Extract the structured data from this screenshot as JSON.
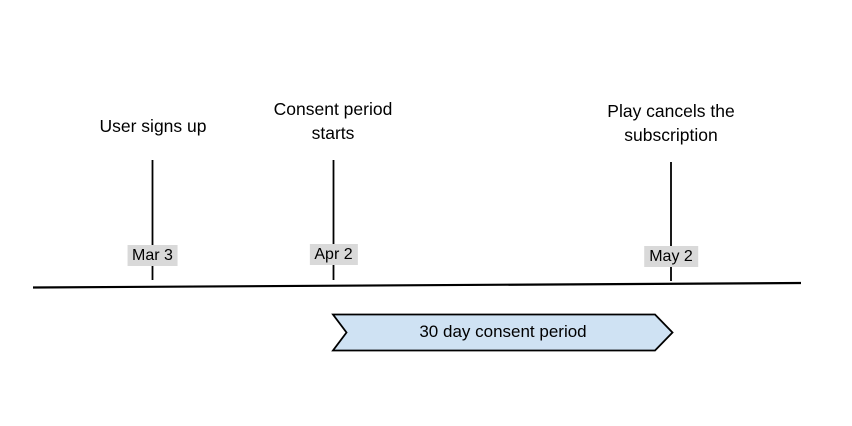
{
  "colors": {
    "background": "#ffffff",
    "line": "#000000",
    "text": "#000000",
    "date_label_bg": "#d9d9d9",
    "banner_fill": "#cfe2f3",
    "banner_stroke": "#000000"
  },
  "events": [
    {
      "label": "User signs up",
      "date": "Mar 3"
    },
    {
      "label": "Consent period starts",
      "date": "Apr 2"
    },
    {
      "label": "Play cancels the subscription",
      "date": "May 2"
    }
  ],
  "banner": {
    "label": "30 day consent period"
  }
}
